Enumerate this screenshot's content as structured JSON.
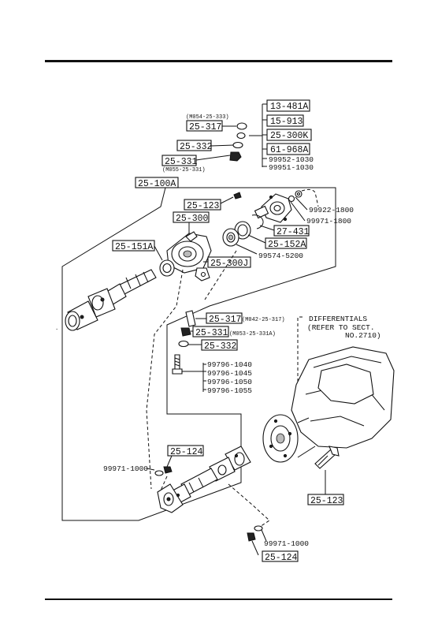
{
  "labels": {
    "p13_481A": "13-481A",
    "p15_913": "15-913",
    "p25_300K": "25-300K",
    "p61_968A": "61-968A",
    "p99952": "99952-1030",
    "p99951": "99951-1030",
    "m054": "(M054-25-333)",
    "p25_317a": "25-317",
    "p25_332a": "25-332",
    "p25_331a": "25-331",
    "m055": "(M055-25-331)",
    "p25_100A": "25-100A",
    "p25_123a": "25-123",
    "p25_300": "25-300",
    "p99922": "99922-1800",
    "p99971_1800": "99971-1800",
    "p27_431": "27-431",
    "p25_152A": "25-152A",
    "p99574": "99574-5200",
    "p25_151A": "25-151A",
    "p25_300J": "25-300J",
    "p25_317b": "25-317",
    "m042": "(M042-25-317)",
    "p25_331b": "25-331",
    "m053": "(M053-25-331A)",
    "p25_332b": "25-332",
    "diff1": "DIFFERENTIALS",
    "diff2": "(REFER TO SECT.",
    "diff3": "NO.2710)",
    "b1040": "99796-1040",
    "b1045": "99796-1045",
    "b1050": "99796-1050",
    "b1055": "99796-1055",
    "p25_124a": "25-124",
    "p99971_1000a": "99971-1000",
    "p25_123b": "25-123",
    "p99971_1000b": "99971-1000",
    "p25_124b": "25-124"
  }
}
